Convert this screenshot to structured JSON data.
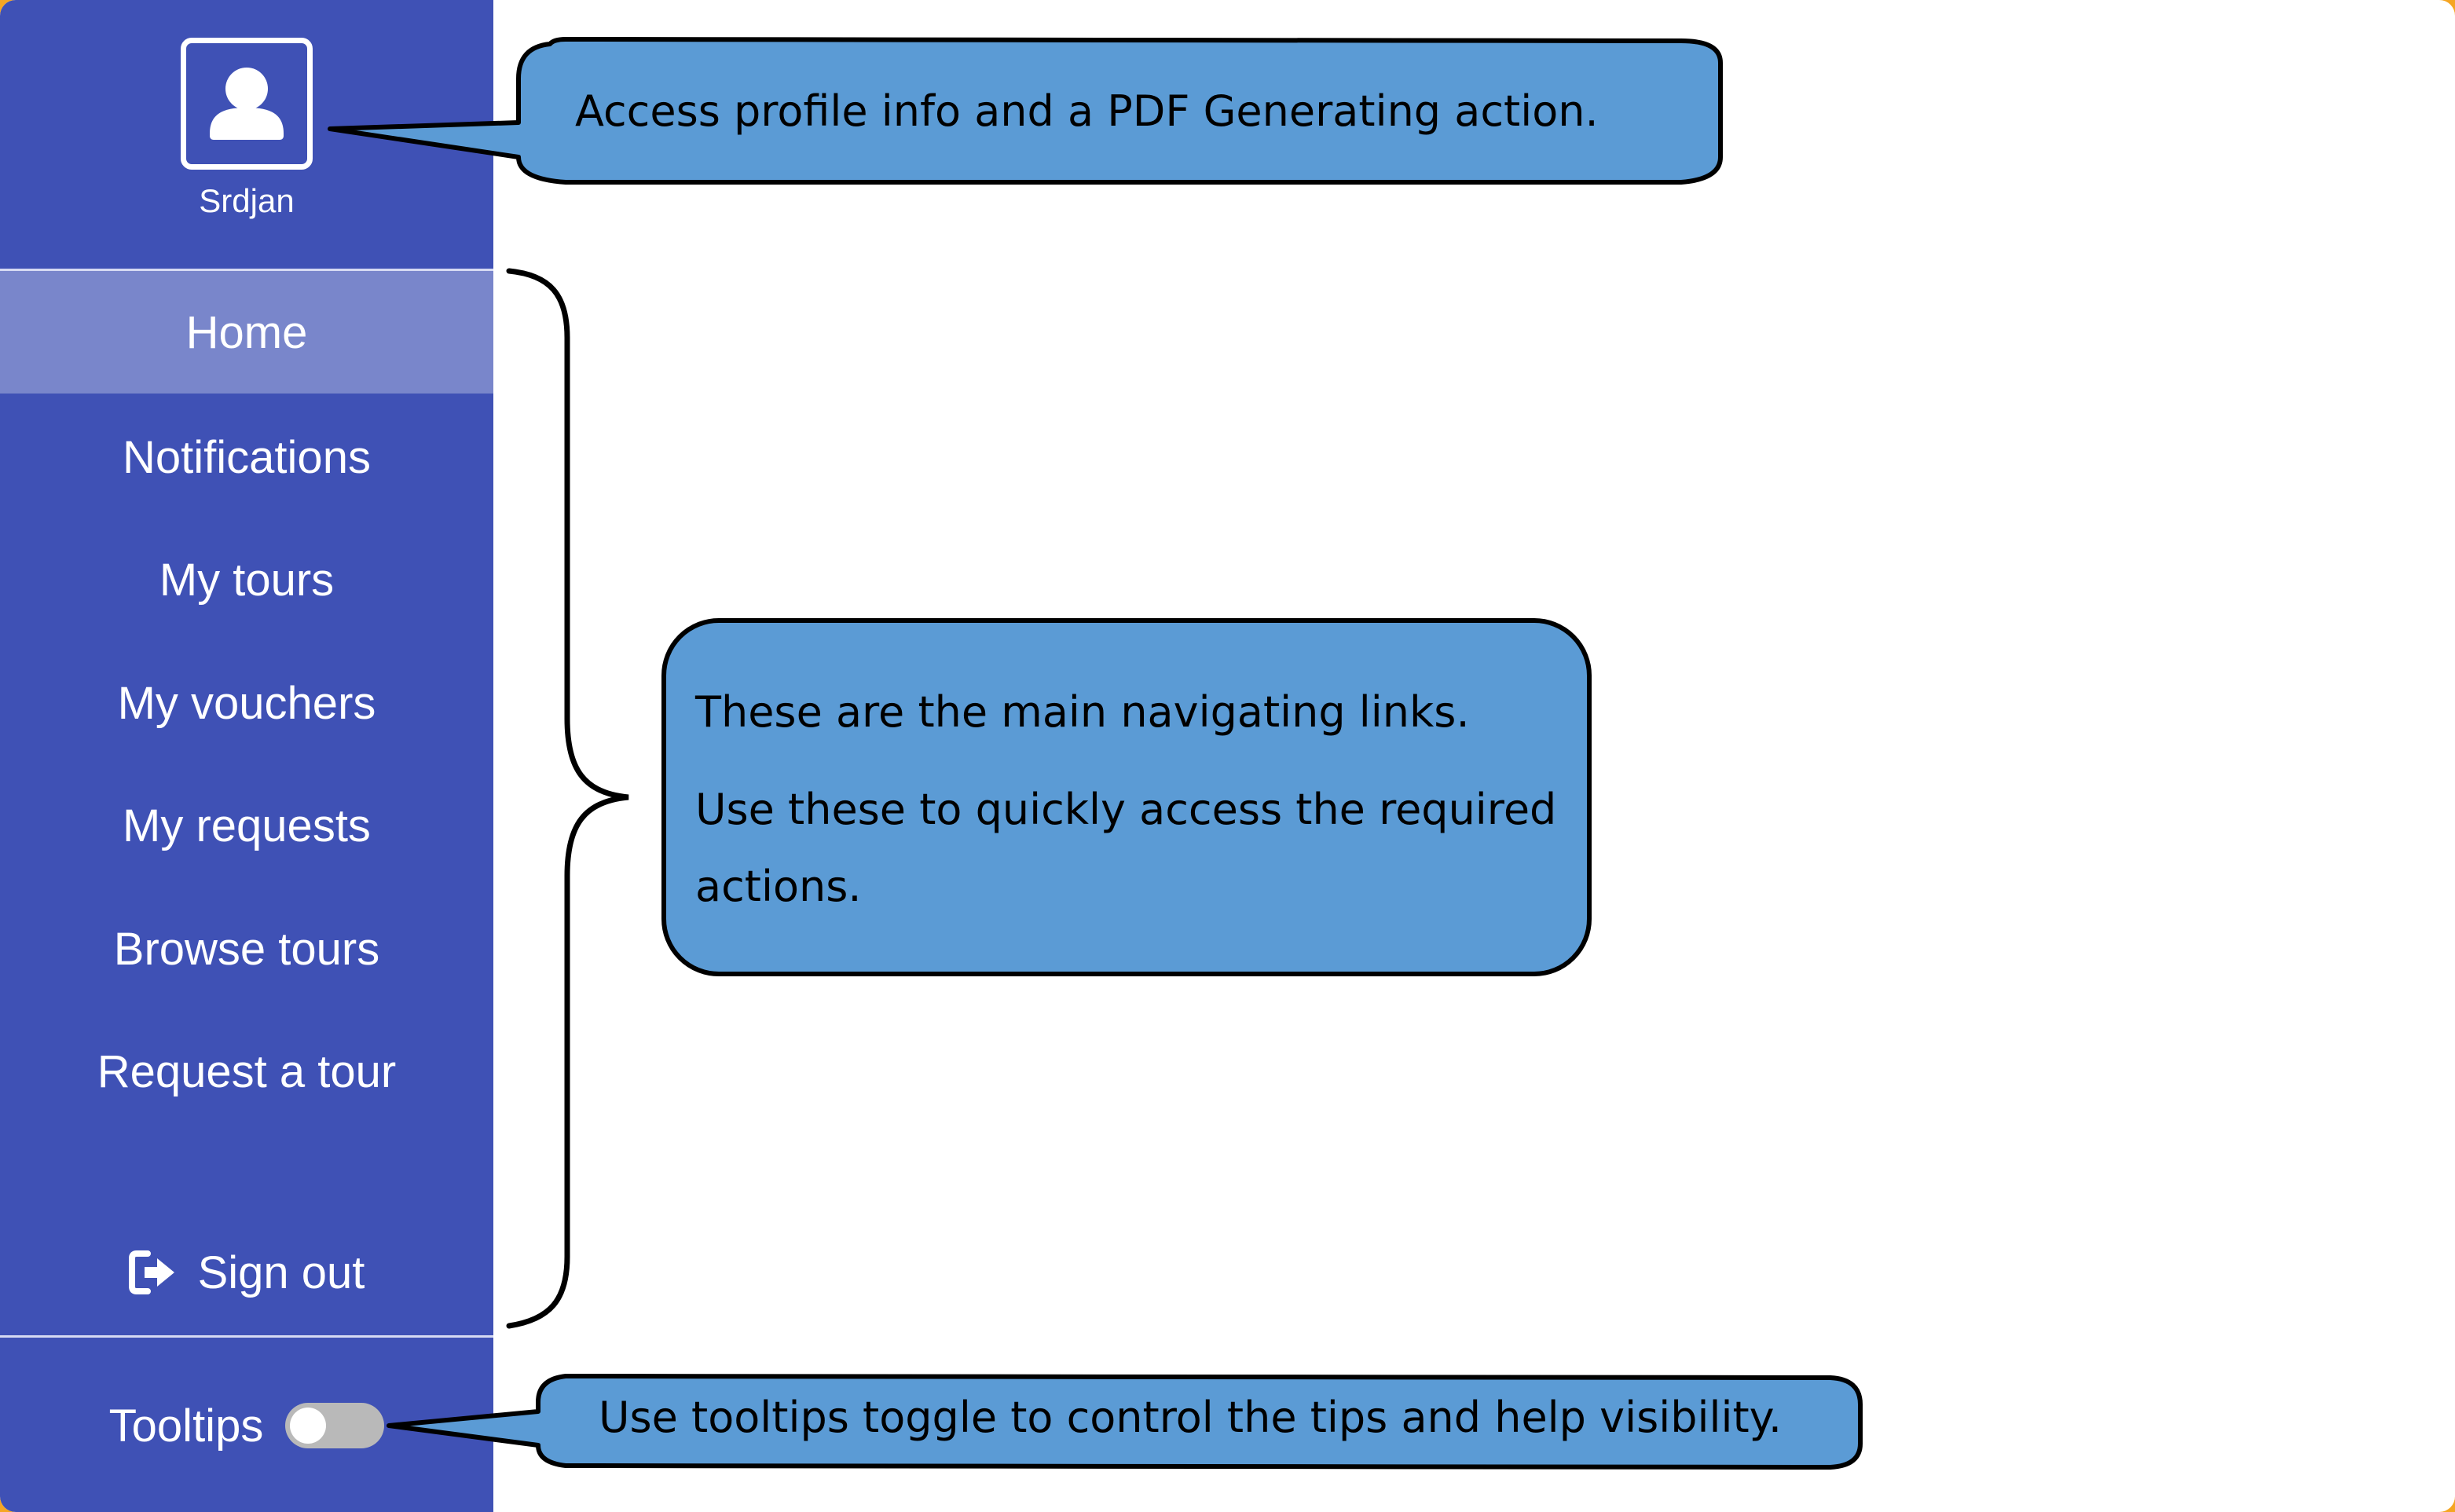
{
  "colors": {
    "sidebar": "#3f51b5",
    "active_item": "#7986cb",
    "callout_fill": "#5b9bd5",
    "toggle_off": "#b9b9b9"
  },
  "profile": {
    "icon": "user-avatar-icon",
    "username": "Srdjan"
  },
  "nav": {
    "items": [
      {
        "label": "Home",
        "active": true
      },
      {
        "label": "Notifications",
        "active": false
      },
      {
        "label": "My tours",
        "active": false
      },
      {
        "label": "My vouchers",
        "active": false
      },
      {
        "label": "My requests",
        "active": false
      },
      {
        "label": "Browse tours",
        "active": false
      },
      {
        "label": "Request a tour",
        "active": false
      }
    ],
    "sign_out": {
      "label": "Sign out",
      "icon": "sign-out-icon"
    }
  },
  "tooltips": {
    "label": "Tooltips",
    "enabled": false
  },
  "callouts": {
    "profile": "Access profile info and a PDF Generating action.",
    "nav_line1": "These are the main navigating links.",
    "nav_line2": "Use these to quickly access the required actions.",
    "tooltips": "Use tooltips toggle to control the tips and help visibility."
  }
}
